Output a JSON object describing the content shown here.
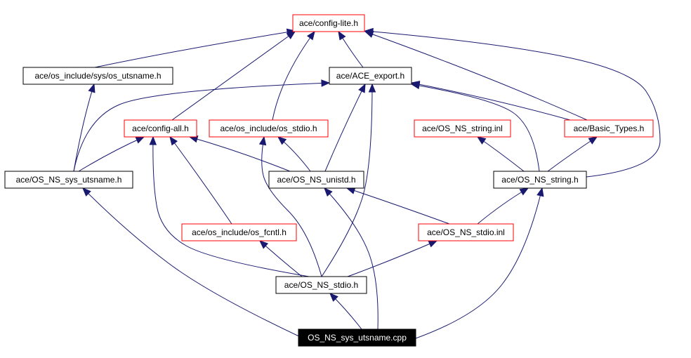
{
  "graph": {
    "nodes": [
      {
        "id": "config_lite",
        "label": "ace/config-lite.h",
        "border": "red"
      },
      {
        "id": "sys_utsname_h",
        "label": "ace/os_include/sys/os_utsname.h",
        "border": "black"
      },
      {
        "id": "ace_export",
        "label": "ace/ACE_export.h",
        "border": "black"
      },
      {
        "id": "config_all",
        "label": "ace/config-all.h",
        "border": "red"
      },
      {
        "id": "os_stdio_inc",
        "label": "ace/os_include/os_stdio.h",
        "border": "red"
      },
      {
        "id": "ns_string_inl",
        "label": "ace/OS_NS_string.inl",
        "border": "red"
      },
      {
        "id": "basic_types",
        "label": "ace/Basic_Types.h",
        "border": "red"
      },
      {
        "id": "ns_sys_utsname_h",
        "label": "ace/OS_NS_sys_utsname.h",
        "border": "black"
      },
      {
        "id": "ns_unistd",
        "label": "ace/OS_NS_unistd.h",
        "border": "black"
      },
      {
        "id": "ns_string_h",
        "label": "ace/OS_NS_string.h",
        "border": "black"
      },
      {
        "id": "os_fcntl",
        "label": "ace/os_include/os_fcntl.h",
        "border": "red"
      },
      {
        "id": "ns_stdio_inl",
        "label": "ace/OS_NS_stdio.inl",
        "border": "red"
      },
      {
        "id": "ns_stdio_h",
        "label": "ace/OS_NS_stdio.h",
        "border": "black"
      },
      {
        "id": "root",
        "label": "OS_NS_sys_utsname.cpp",
        "border": "root"
      }
    ],
    "edges": [
      {
        "from": "sys_utsname_h",
        "to": "config_lite"
      },
      {
        "from": "ace_export",
        "to": "config_lite"
      },
      {
        "from": "config_all",
        "to": "config_lite"
      },
      {
        "from": "os_stdio_inc",
        "to": "config_lite"
      },
      {
        "from": "basic_types",
        "to": "config_lite"
      },
      {
        "from": "ns_string_h",
        "to": "config_lite"
      },
      {
        "from": "ns_sys_utsname_h",
        "to": "sys_utsname_h"
      },
      {
        "from": "ns_sys_utsname_h",
        "to": "ace_export"
      },
      {
        "from": "ns_sys_utsname_h",
        "to": "config_all"
      },
      {
        "from": "ns_unistd",
        "to": "config_all"
      },
      {
        "from": "ns_unistd",
        "to": "os_stdio_inc"
      },
      {
        "from": "ns_unistd",
        "to": "ace_export"
      },
      {
        "from": "basic_types",
        "to": "ace_export"
      },
      {
        "from": "ns_string_h",
        "to": "ace_export"
      },
      {
        "from": "ns_string_h",
        "to": "ns_string_inl"
      },
      {
        "from": "ns_string_h",
        "to": "basic_types"
      },
      {
        "from": "os_fcntl",
        "to": "config_all"
      },
      {
        "from": "ns_stdio_inl",
        "to": "ns_unistd"
      },
      {
        "from": "ns_stdio_inl",
        "to": "ns_string_h"
      },
      {
        "from": "ns_stdio_h",
        "to": "config_all"
      },
      {
        "from": "ns_stdio_h",
        "to": "os_fcntl"
      },
      {
        "from": "ns_stdio_h",
        "to": "os_stdio_inc"
      },
      {
        "from": "ns_stdio_h",
        "to": "ace_export"
      },
      {
        "from": "ns_stdio_h",
        "to": "ns_stdio_inl"
      },
      {
        "from": "root",
        "to": "ns_sys_utsname_h"
      },
      {
        "from": "root",
        "to": "ns_stdio_h"
      },
      {
        "from": "root",
        "to": "ns_unistd"
      },
      {
        "from": "root",
        "to": "ns_string_h"
      }
    ],
    "colors": {
      "edge": "#191970",
      "red_border": "#ff0000",
      "black_border": "#000000",
      "root_fill": "#000000",
      "root_text": "#ffffff"
    }
  }
}
